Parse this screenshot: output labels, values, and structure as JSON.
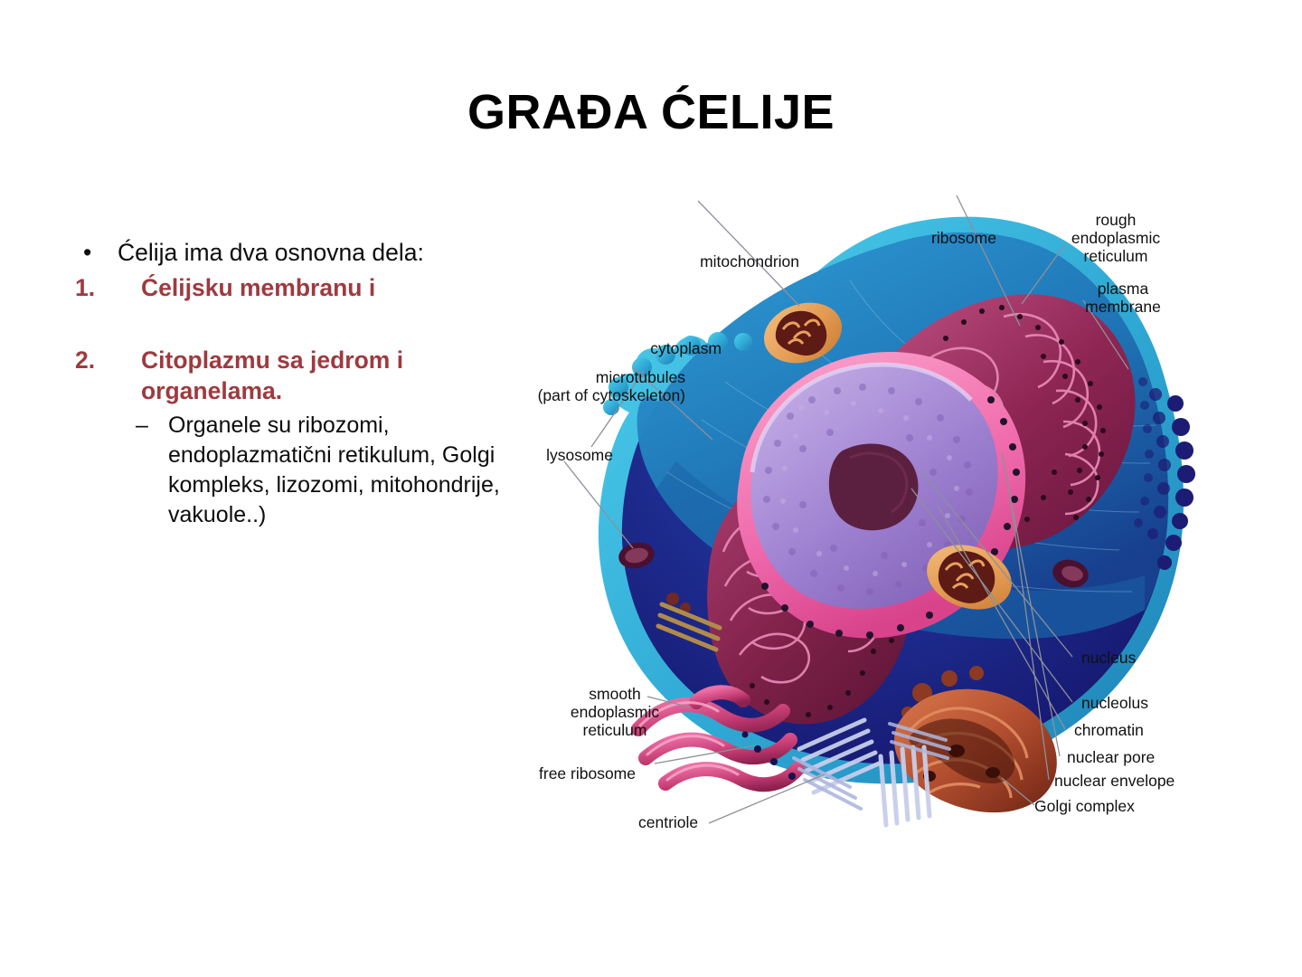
{
  "slide": {
    "title": "GRAĐA ĆELIJE"
  },
  "content": {
    "intro_bullet": "Ćelija ima dva osnovna dela:",
    "bullet_glyph": "•",
    "dash_glyph": "–",
    "items": [
      {
        "number": "1.",
        "text": "Ćelijsku membranu i"
      },
      {
        "number": "2.",
        "text": "Citoplazmu sa jedrom i organelama."
      }
    ],
    "sub_item": "Organele su  ribozomi, endoplazmatični retikulum, Golgi kompleks, lizozomi, mitohondrije, vakuole..)"
  },
  "diagram": {
    "caption": "animal-cell-cutaway",
    "labels": {
      "mitochondrion": "mitochondrion",
      "cytoplasm": "cytoplasm",
      "microtubules_line1": "microtubules",
      "microtubules_line2": "(part of cytoskeleton)",
      "lysosome": "lysosome",
      "ribosome": "ribosome",
      "rough_er_line1": "rough",
      "rough_er_line2": "endoplasmic",
      "rough_er_line3": "reticulum",
      "plasma_membrane_line1": "plasma",
      "plasma_membrane_line2": "membrane",
      "nucleus": "nucleus",
      "nucleolus": "nucleolus",
      "chromatin": "chromatin",
      "nuclear_pore": "nuclear pore",
      "nuclear_envelope": "nuclear envelope",
      "golgi_complex": "Golgi complex",
      "smooth_er_line1": "smooth",
      "smooth_er_line2": "endoplasmic",
      "smooth_er_line3": "reticulum",
      "free_ribosome": "free ribosome",
      "centriole": "centriole"
    },
    "colors": {
      "plasma_membrane_cyan": "#2FA8D4",
      "cytosol_teal": "#1F7FB5",
      "cell_body_navy": "#1B1B72",
      "cytosol_mid_blue": "#1E3FA0",
      "nucleus_purple": "#9D7FD0",
      "nucleolus_dark": "#5B2040",
      "nuclear_envelope_pink": "#F27BB5",
      "er_magenta": "#9C2A5E",
      "golgi_orange": "#C1603C",
      "mitochondrion_orange": "#E8A15C",
      "centriole_lavender": "#BFC7E8"
    }
  },
  "theme": {
    "accent_maroon": "#9E3A3F",
    "text_black": "#0D0D0D",
    "background": "#FFFFFF"
  }
}
